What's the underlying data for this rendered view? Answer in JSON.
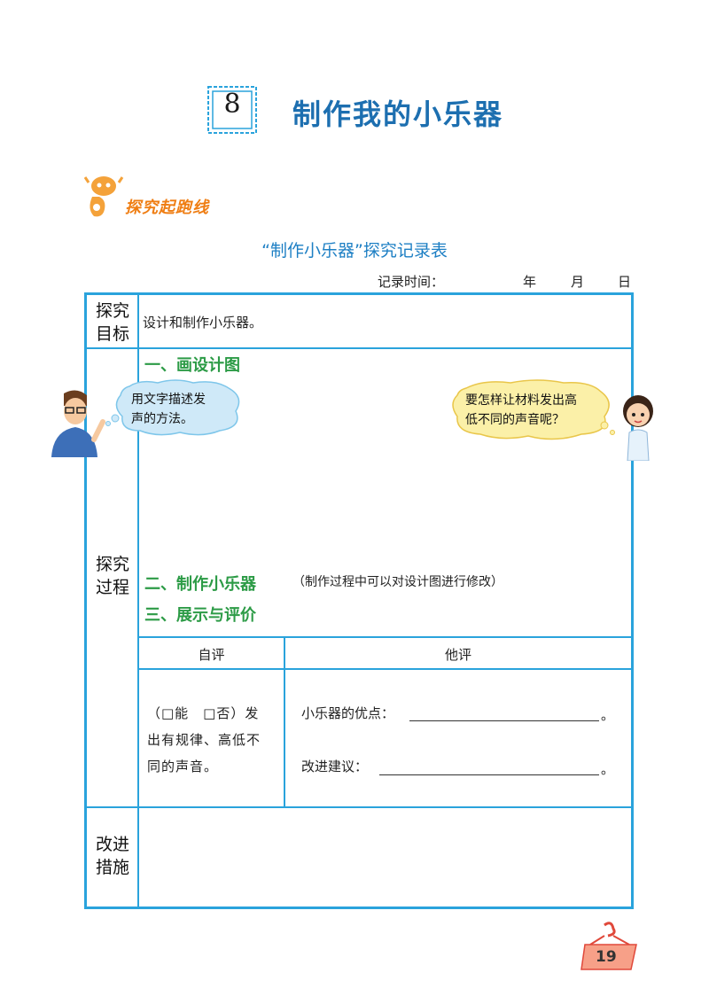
{
  "header": {
    "lesson_number": "8",
    "lesson_title": "制作我的小乐器",
    "section_banner": "探究起跑线"
  },
  "form": {
    "title": "“制作小乐器”探究记录表",
    "record_time_label": "记录时间：",
    "year": "年",
    "month": "月",
    "day": "日",
    "rows": {
      "goal_label_1": "探究",
      "goal_label_2": "目标",
      "goal_text": "设计和制作小乐器。",
      "process_label_1": "探究",
      "process_label_2": "过程",
      "improve_label_1": "改进",
      "improve_label_2": "措施"
    },
    "steps": {
      "step1": "一、画设计图",
      "step2": "二、制作小乐器",
      "step2_note": "（制作过程中可以对设计图进行修改）",
      "step3": "三、展示与评价"
    },
    "bubbles": {
      "left_line1": "用文字描述发",
      "left_line2": "声的方法。",
      "right_line1": "要怎样让材料发出高",
      "right_line2": "低不同的声音呢？"
    },
    "evaluation": {
      "self_header": "自评",
      "peer_header": "他评",
      "self_line1": "（□能　□否）发",
      "self_line2": "出有规律、高低不",
      "self_line3": "同的声音。",
      "peer_advantage": "小乐器的优点：",
      "peer_suggestion": "改进建议：",
      "period": "。"
    }
  },
  "footer": {
    "page_number": "19"
  },
  "colors": {
    "table_border": "#2aa3dc",
    "title_blue": "#1d6fb0",
    "step_green": "#2c9b46",
    "banner_orange": "#ef7d12"
  }
}
